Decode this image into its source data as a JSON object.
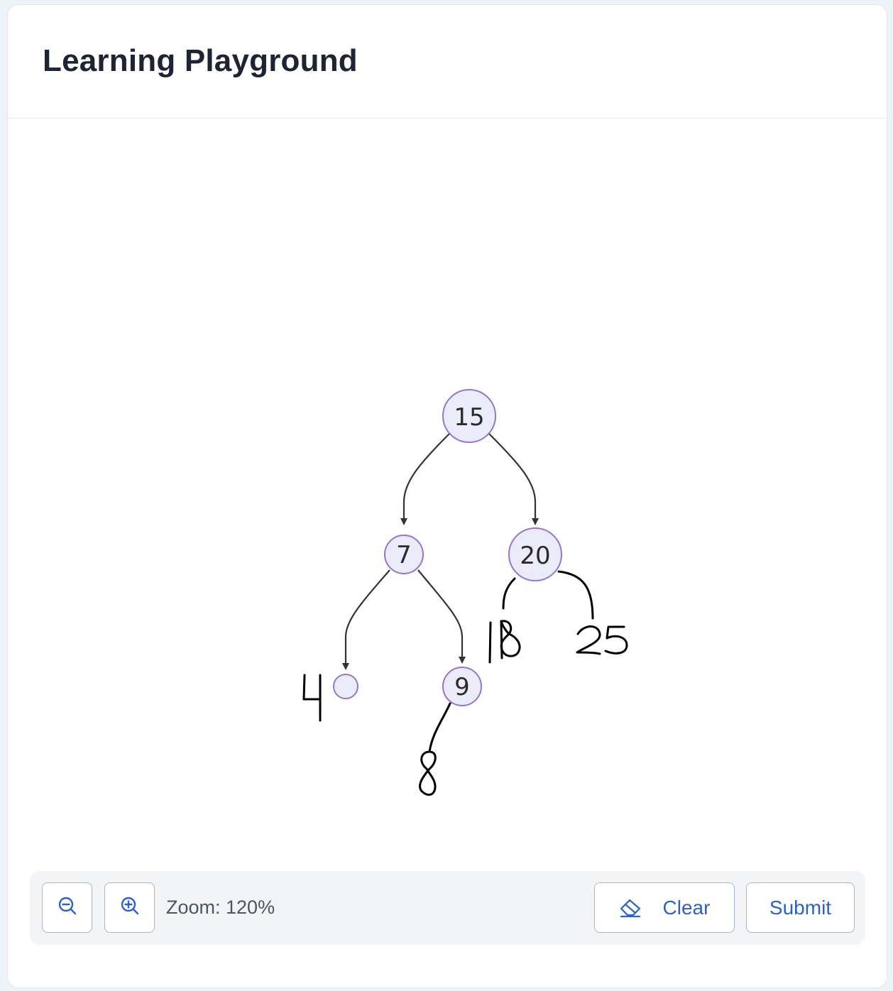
{
  "header": {
    "title": "Learning Playground"
  },
  "tree": {
    "nodes": [
      {
        "id": "n15",
        "label": "15"
      },
      {
        "id": "n7",
        "label": "7"
      },
      {
        "id": "n20",
        "label": "20"
      },
      {
        "id": "n9",
        "label": "9"
      },
      {
        "id": "n4",
        "label": ""
      }
    ],
    "handwritten_labels": [
      "4",
      "18",
      "25",
      "8"
    ]
  },
  "toolbar": {
    "zoom_out_icon": "zoom-out-icon",
    "zoom_in_icon": "zoom-in-icon",
    "zoom_text": "Zoom: 120%",
    "clear_icon": "eraser-icon",
    "clear_label": "Clear",
    "submit_label": "Submit"
  },
  "colors": {
    "node_fill": "#ebebf9",
    "node_stroke": "#9575cd",
    "edge": "#333333",
    "accent": "#2b62c9"
  }
}
